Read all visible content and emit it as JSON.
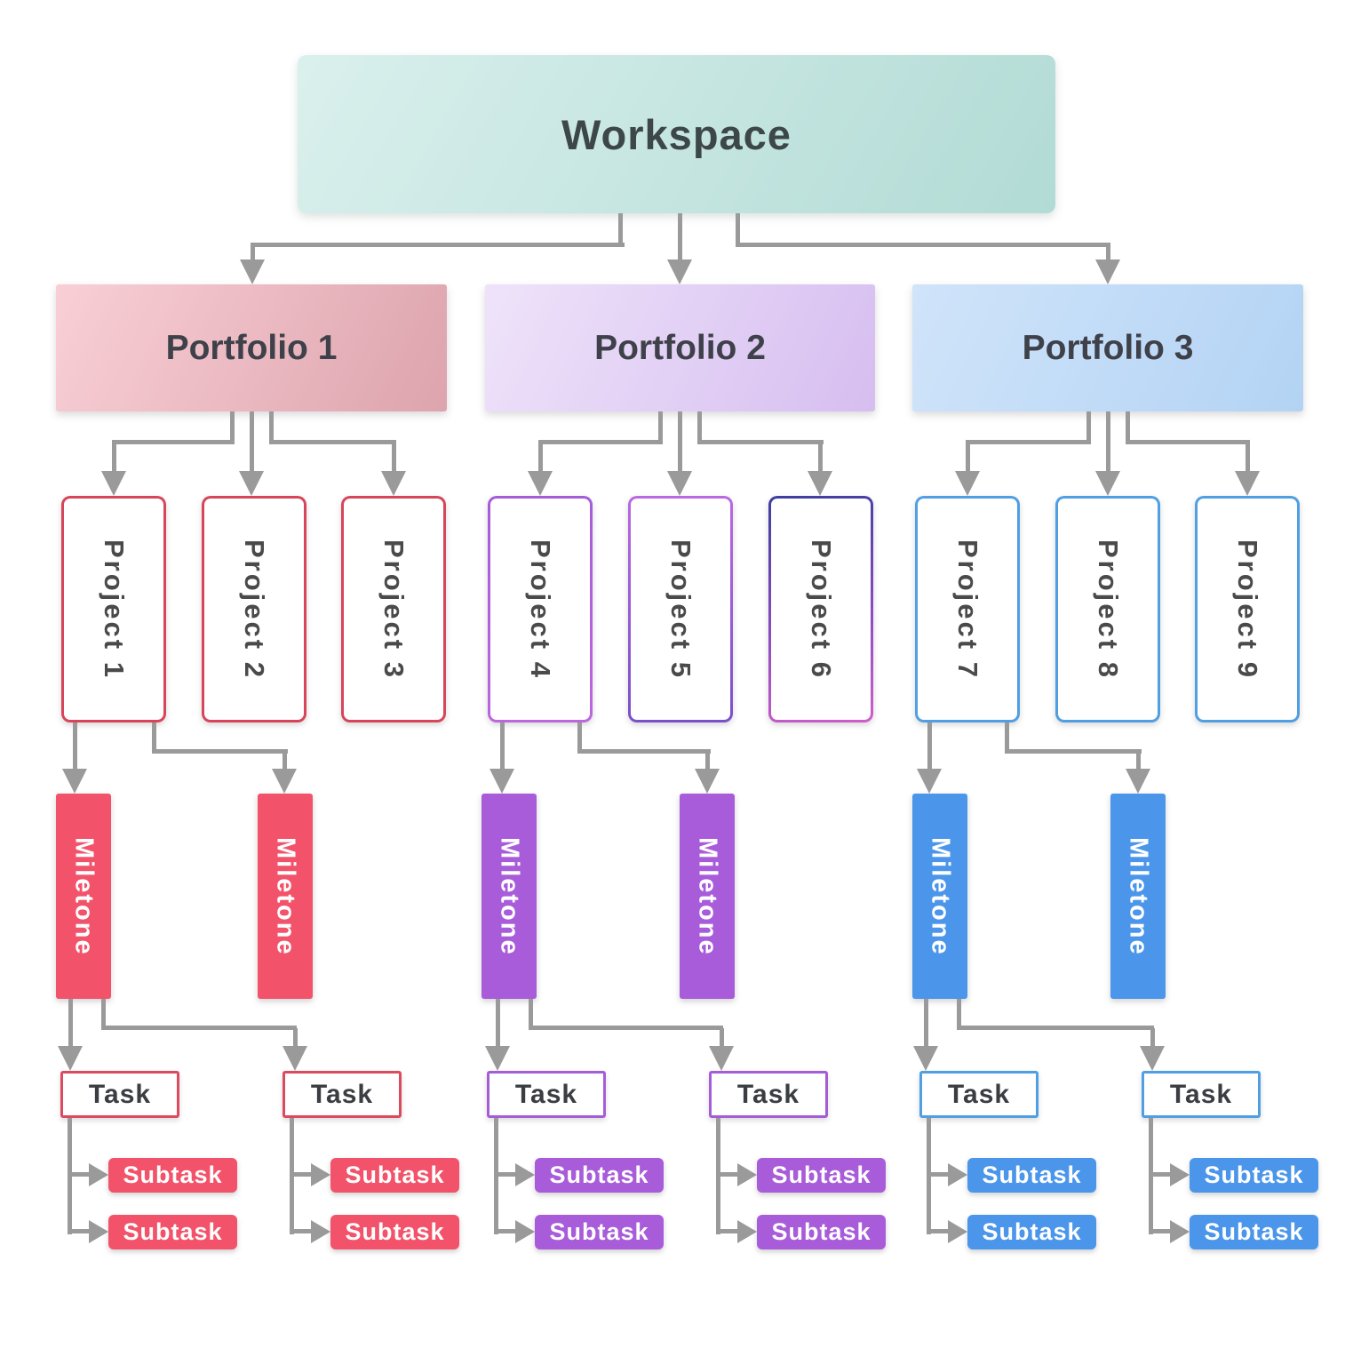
{
  "diagram": {
    "workspace": "Workspace",
    "portfolios": [
      "Portfolio 1",
      "Portfolio 2",
      "Portfolio 3"
    ],
    "projects": [
      "Project 1",
      "Project 2",
      "Project 3",
      "Project 4",
      "Project 5",
      "Project 6",
      "Project 7",
      "Project 8",
      "Project 9"
    ],
    "milestones": [
      "Miletone",
      "Miletone",
      "Miletone",
      "Miletone",
      "Miletone",
      "Miletone"
    ],
    "tasks": [
      "Task",
      "Task",
      "Task",
      "Task",
      "Task",
      "Task"
    ],
    "subtasks": [
      "Subtask",
      "Subtask",
      "Subtask",
      "Subtask",
      "Subtask",
      "Subtask",
      "Subtask",
      "Subtask",
      "Subtask",
      "Subtask",
      "Subtask",
      "Subtask"
    ],
    "colors": {
      "workspace_fill": "#c4e3de",
      "portfolio1_fill": "#eebec6",
      "portfolio2_fill": "#e3d2f6",
      "portfolio3_fill": "#c2dbf7",
      "group1_accent": "#f2536a",
      "group2_accent": "#a85cd9",
      "group3_accent": "#4b96ea",
      "project6_border_top": "#3e3ea2",
      "connector": "#9a9a9a",
      "text_dark": "#3e4149",
      "text_light": "#ffffff"
    }
  }
}
